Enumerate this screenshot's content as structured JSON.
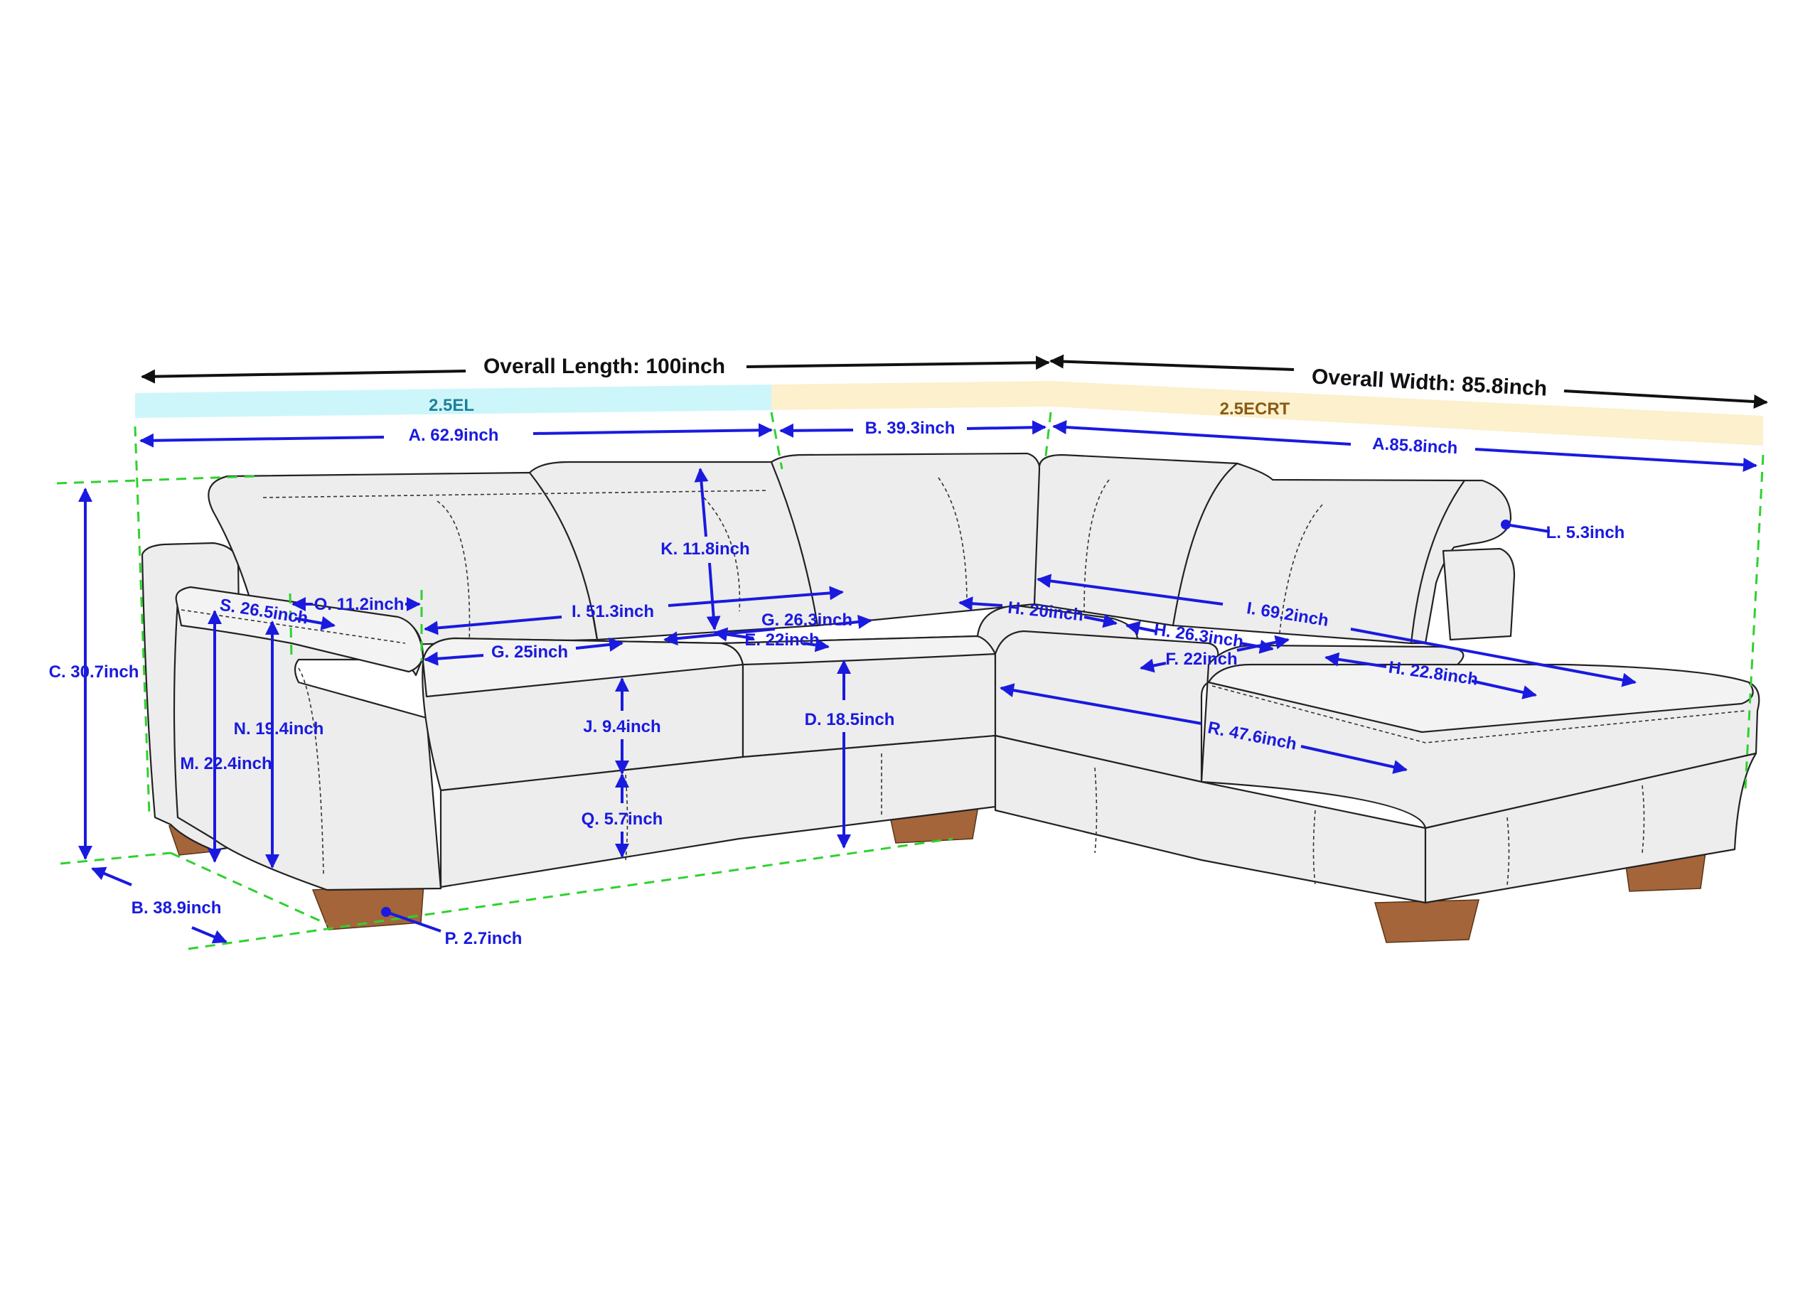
{
  "overall": {
    "length_label": "Overall Length: 100inch",
    "width_label": "Overall Width: 85.8inch"
  },
  "sections": {
    "left": {
      "label": "2.5EL",
      "band_color": "#cdf6fb",
      "text_color": "#1f7f99"
    },
    "right": {
      "label": "2.5ECRT",
      "band_color": "#fcf0cd",
      "text_color": "#8a5a14"
    }
  },
  "colors": {
    "dimension": "#1a1adf",
    "guide": "#2fd12f",
    "upholstery": "#ededed",
    "leg": "#a4653a"
  },
  "dimensions": {
    "A_left": "A. 62.9inch",
    "B_corner": "B. 39.3inch",
    "A_right": "A.85.8inch",
    "C": "C. 30.7inch",
    "B_depth": "B. 38.9inch",
    "P": "P. 2.7inch",
    "M": "M. 22.4inch",
    "N": "N. 19.4inch",
    "S": "S. 26.5inch",
    "O": "O. 11.2inch",
    "I_left": "I. 51.3inch",
    "G_left": "G. 25inch",
    "K": "K. 11.8inch",
    "G_mid": "G. 26.3inch",
    "E": "E. 22inch",
    "J": "J. 9.4inch",
    "Q": "Q. 5.7inch",
    "D": "D. 18.5inch",
    "H_corner": "H. 20inch",
    "H_mid": "H. 26.3inch",
    "F": "F. 22inch",
    "I_right": "I. 69.2inch",
    "H_chaise": "H. 22.8inch",
    "R": "R. 47.6inch",
    "L": "L. 5.3inch"
  }
}
